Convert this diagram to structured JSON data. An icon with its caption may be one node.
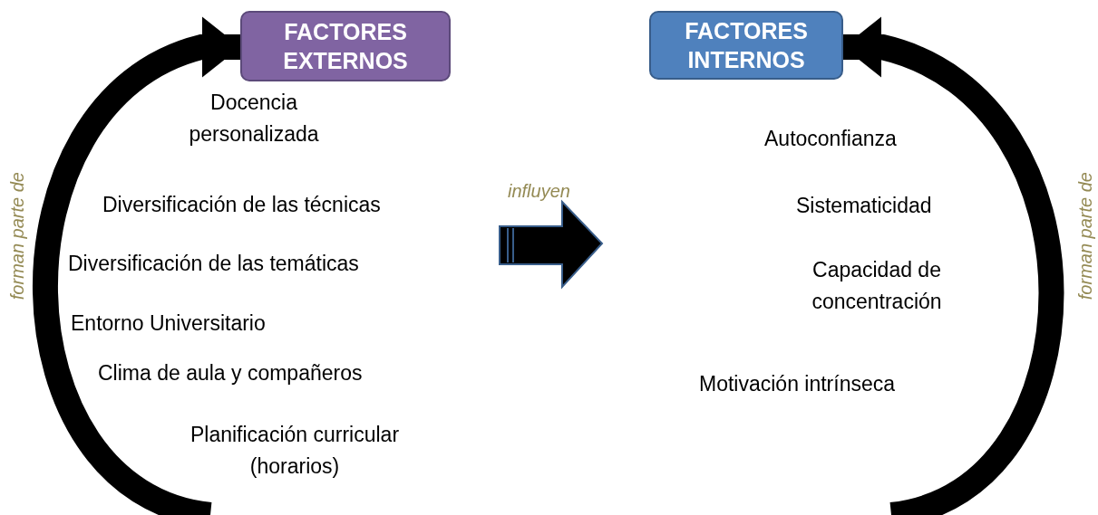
{
  "diagram": {
    "nodes": [
      {
        "text": [
          "FACTORES EXTERNOS"
        ]
      },
      {
        "text": [
          "FACTORES INTERNOS"
        ]
      }
    ],
    "edges": [
      {
        "from": null,
        "to": 0,
        "arrow": "to",
        "label": "forman parte de"
      },
      {
        "from": null,
        "to": 1,
        "arrow": "to",
        "label": "forman parte de"
      }
    ],
    "labels": [
      "Docencia personalizada",
      "Diversificación de las técnicas",
      "Diversificación de las temáticas",
      "Entorno Universitario",
      "Clima de aula y compañeros",
      "Planificación curricular (horarios)",
      "influyen",
      "Autoconfianza",
      "Sistematicidad",
      "Capacidad de concentración",
      "Motivación intrínseca"
    ]
  }
}
